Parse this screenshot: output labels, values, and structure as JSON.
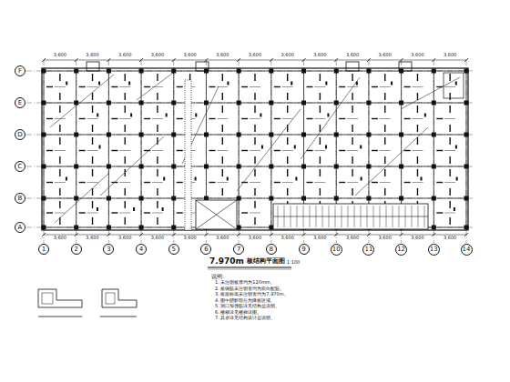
{
  "diagram": {
    "nodes": [
      {
        "text": [
          "F"
        ]
      },
      {
        "text": [
          "E"
        ]
      },
      {
        "text": [
          "D"
        ]
      },
      {
        "text": [
          "C"
        ]
      },
      {
        "text": [
          "B"
        ]
      },
      {
        "text": [
          "A"
        ]
      },
      {
        "text": [
          "1"
        ]
      },
      {
        "text": [
          "2"
        ]
      },
      {
        "text": [
          "3"
        ]
      },
      {
        "text": [
          "4"
        ]
      },
      {
        "text": [
          "5"
        ]
      },
      {
        "text": [
          "6"
        ]
      },
      {
        "text": [
          "7"
        ]
      },
      {
        "text": [
          "8"
        ]
      },
      {
        "text": [
          "9"
        ]
      },
      {
        "text": [
          "10"
        ]
      },
      {
        "text": [
          "11"
        ]
      },
      {
        "text": [
          "12"
        ]
      },
      {
        "text": [
          "13"
        ]
      },
      {
        "text": [
          "14"
        ]
      }
    ],
    "edges": [],
    "labels": [
      "7.970m",
      "板结构平面图",
      "1:100",
      "说明:",
      "1. 未注明板厚均为120mm。",
      "2. 板钢筋未注明者均为双向配筋。",
      "3. 板面标高未注明者均为7.970m。",
      "4. 图中阴影部分为降板区域。",
      "5. 洞口加强筋详见结构总说明。",
      "6. 楼梯详见楼梯详图。",
      "7. 其余详见结构设计总说明。",
      "3,600",
      "3,600",
      "3,600",
      "3,600",
      "3,600",
      "3,600",
      "3,600",
      "3,600",
      "3,600",
      "3,600",
      "3,600",
      "3,600",
      "3,600",
      "3,600",
      "3,600",
      "3,600",
      "3,600",
      "3,600",
      "3,600",
      "3,600",
      "3,600",
      "3,600",
      "3,600",
      "3,600",
      "3,600",
      "3,600"
    ]
  }
}
